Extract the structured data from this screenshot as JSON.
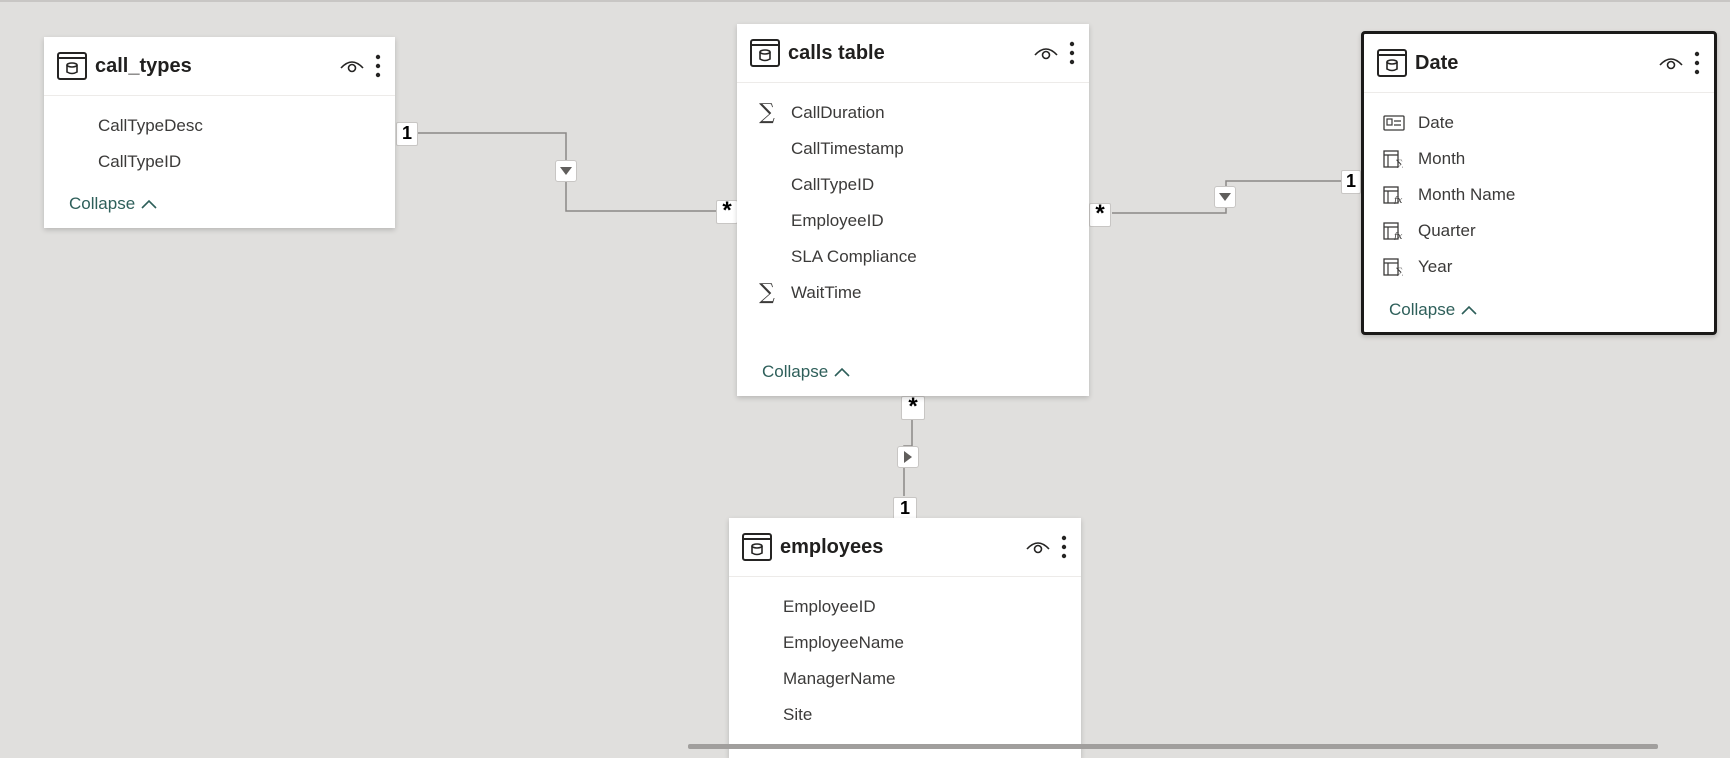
{
  "tables": [
    {
      "name": "call_types",
      "fields": [
        {
          "name": "CallTypeDesc",
          "icon": "none"
        },
        {
          "name": "CallTypeID",
          "icon": "none"
        }
      ],
      "collapse_label": "Collapse"
    },
    {
      "name": "calls table",
      "fields": [
        {
          "name": "CallDuration",
          "icon": "sigma"
        },
        {
          "name": "CallTimestamp",
          "icon": "none"
        },
        {
          "name": "CallTypeID",
          "icon": "none"
        },
        {
          "name": "EmployeeID",
          "icon": "none"
        },
        {
          "name": "SLA Compliance",
          "icon": "none"
        },
        {
          "name": "WaitTime",
          "icon": "sigma"
        }
      ],
      "collapse_label": "Collapse"
    },
    {
      "name": "Date",
      "selected": true,
      "fields": [
        {
          "name": "Date",
          "icon": "id-card"
        },
        {
          "name": "Month",
          "icon": "hierarchy-sigma"
        },
        {
          "name": "Month Name",
          "icon": "hierarchy-fx"
        },
        {
          "name": "Quarter",
          "icon": "hierarchy-fx"
        },
        {
          "name": "Year",
          "icon": "hierarchy-sigma"
        }
      ],
      "collapse_label": "Collapse"
    },
    {
      "name": "employees",
      "fields": [
        {
          "name": "EmployeeID",
          "icon": "none"
        },
        {
          "name": "EmployeeName",
          "icon": "none"
        },
        {
          "name": "ManagerName",
          "icon": "none"
        },
        {
          "name": "Site",
          "icon": "none"
        }
      ]
    }
  ],
  "relationships": [
    {
      "from": "call_types",
      "to": "calls table",
      "from_cardinality": "1",
      "to_cardinality": "*"
    },
    {
      "from": "Date",
      "to": "calls table",
      "from_cardinality": "1",
      "to_cardinality": "*"
    },
    {
      "from": "employees",
      "to": "calls table",
      "from_cardinality": "1",
      "to_cardinality": "*"
    }
  ],
  "colors": {
    "canvas": "#e0dfdd",
    "collapse_link": "#2e5f5a",
    "relationship_line": "#8a8886",
    "selected_border": "#1b1a19"
  }
}
